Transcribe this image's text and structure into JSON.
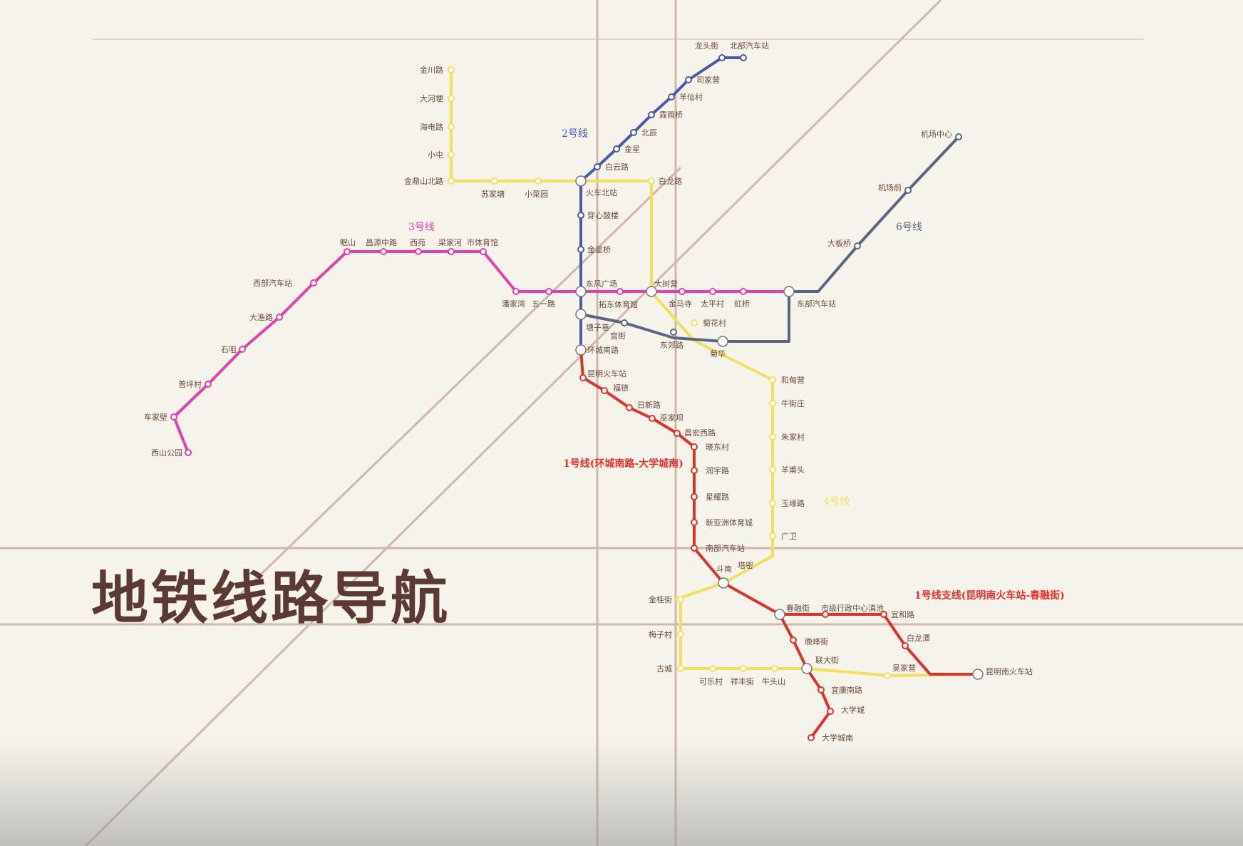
{
  "title": "地铁线路导航",
  "lines": {
    "l1": {
      "label": "1号线(环城南路-大学城南)",
      "color": "#e0322c"
    },
    "l1b": {
      "label": "1号线支线(昆明南火车站-春融街)",
      "color": "#e0322c"
    },
    "l2": {
      "label": "2号线",
      "color": "#4a5aa8"
    },
    "l3": {
      "label": "3号线",
      "color": "#e040b0"
    },
    "l4": {
      "label": "4号线",
      "color": "#f0e060"
    },
    "l6": {
      "label": "6号线",
      "color": "#5a6680"
    }
  },
  "stations": {
    "jinchuanlu": "金川路",
    "dahegeng": "大河埂",
    "haidianlu": "海电路",
    "xiaotun": "小屯",
    "jindingshanbeilu": "金鼎山北路",
    "sujiatang": "苏家塘",
    "xiaocaiyuan": "小菜园",
    "huochebeizhan": "火车北站",
    "bailonglu": "白龙路",
    "longtoujie": "龙头街",
    "beibuqichezhan": "北部汽车站",
    "sijiaying": "司家营",
    "yangxianchun": "羊仙村",
    "cainanqiao": "霖雨桥",
    "beichen": "北辰",
    "jinxing": "金星",
    "baiyunlu": "白云路",
    "chuanxingulou": "穿心鼓楼",
    "jinbiqiao": "金星桥",
    "dongfengguangchang": "东风广场",
    "tuodongtiyuguan": "拓东体育馆",
    "tangzixiang": "塘子巷",
    "gongjie": "宫街",
    "huanchengnanlu": "环城南路",
    "kunminghuochezhan": "昆明火车站",
    "fude": "福德",
    "rixinlu": "日新路",
    "wujiaba": "巫家坝",
    "changhongxilu": "昌宏西路",
    "xiaodongcun": "晓东村",
    "runyulu": "润宇路",
    "xingyaolu": "星耀路",
    "xinyazhoutiyucheng": "新亚洲体育城",
    "nanbuqichezhan": "南部汽车站",
    "dounan": "斗南",
    "chunrongjie": "春融街",
    "chengguanxingzheng": "市级行政中心滇池",
    "yihelu": "宜和路",
    "bailongtan": "白龙潭",
    "wujiaying": "吴家营",
    "kunmingnanzhan": "昆明南火车站",
    "chenggongdaxuecheng": "联大街",
    "jiyuanjie": "晚峰街",
    "yukangnanlu": "宜康南路",
    "daxuecheng": "大学城",
    "daxuechengnan": "大学城南",
    "jidiqiao": "机场中心",
    "jichangqian": "机场前",
    "dabanqiao": "大板桥",
    "dongbuqichezhan": "东部汽车站",
    "xishan": "眠山",
    "changyuanzhonglu": "昌源中路",
    "xiyuan": "西苑",
    "liangjiahe": "梁家河",
    "shitiyuguan": "市体育馆",
    "panjiawan": "潘家湾",
    "wuyilu": "五一路",
    "xibuqichezhan": "西部汽车站",
    "dayulu": "大渔路",
    "shizui": "石咀",
    "pupingcun": "普坪村",
    "chejiabi": "车家壁",
    "xishangongyuan": "西山公园",
    "dashuying": "大树营",
    "jinmasi": "金马寺",
    "taipingcun": "太平村",
    "hongqiao": "虹桥",
    "juhuacun": "菊花村",
    "juhua": "菊华",
    "dongjinglu": "东郊路",
    "hexiaying": "和甸营",
    "niujiezhuang": "牛街庄",
    "zhujiacun": "朱家村",
    "yangputou": "羊甫头",
    "yuyuanlu": "玉缘路",
    "guangwei": "广卫",
    "taxi": "塔密",
    "jingguijie": "金桂街",
    "meizicun": "梅子村",
    "gucheng": "古城",
    "kelecun": "可乐村",
    "xiangfengjie": "祥丰街",
    "niutoushan": "牛头山"
  }
}
